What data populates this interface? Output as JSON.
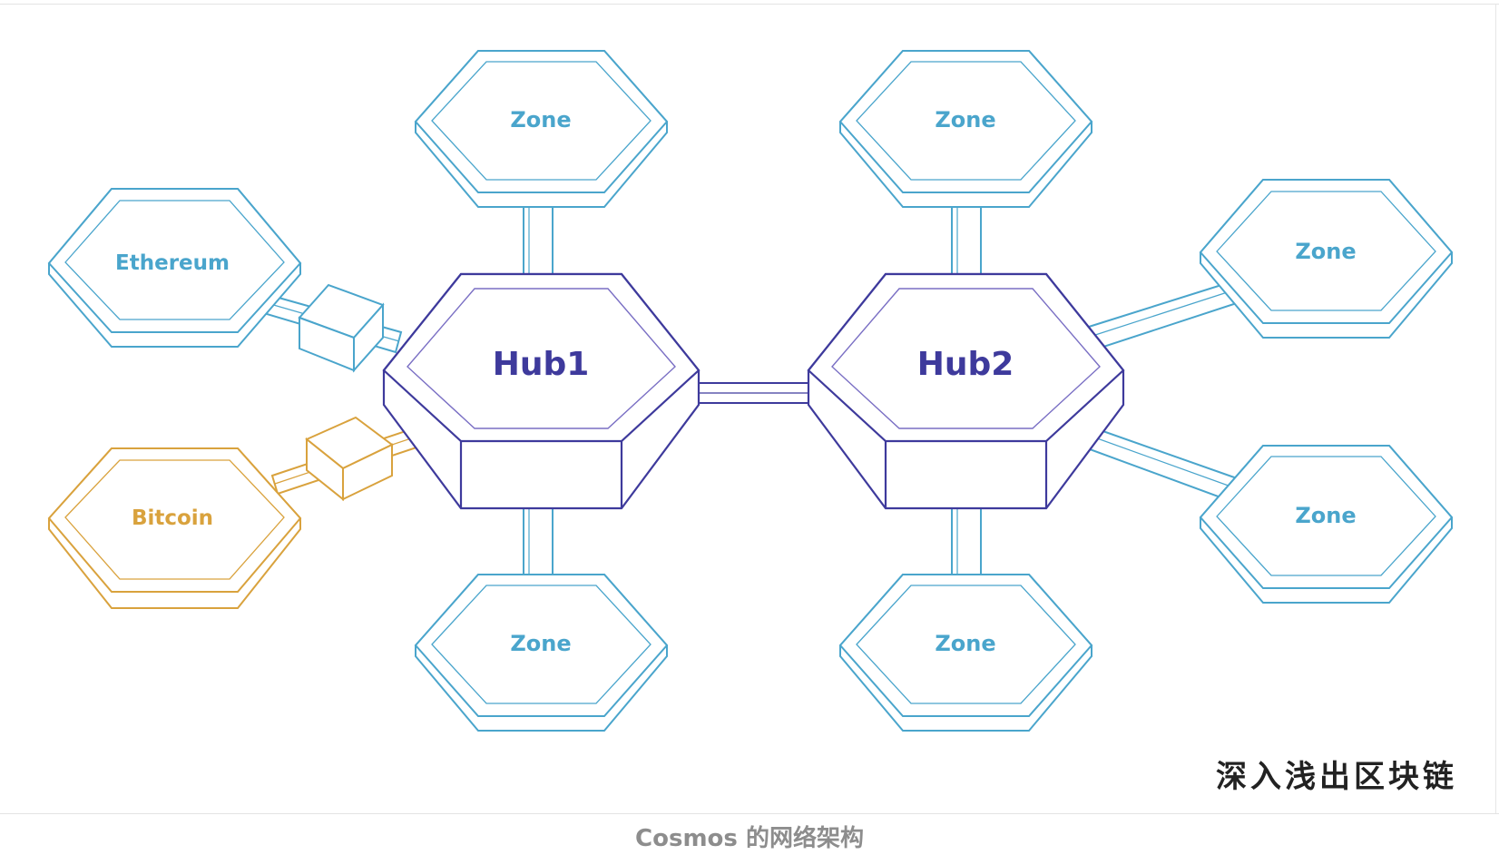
{
  "diagram": {
    "hubs": [
      {
        "id": "hub1",
        "label": "Hub1"
      },
      {
        "id": "hub2",
        "label": "Hub2"
      }
    ],
    "chains": [
      {
        "id": "ethereum",
        "label": "Ethereum",
        "color": "#4aa5cc"
      },
      {
        "id": "bitcoin",
        "label": "Bitcoin",
        "color": "#d9a23d"
      }
    ],
    "zones": [
      {
        "id": "zone-hub1-top",
        "label": "Zone"
      },
      {
        "id": "zone-hub1-bottom",
        "label": "Zone"
      },
      {
        "id": "zone-hub2-top",
        "label": "Zone"
      },
      {
        "id": "zone-hub2-right-upper",
        "label": "Zone"
      },
      {
        "id": "zone-hub2-right-lower",
        "label": "Zone"
      },
      {
        "id": "zone-hub2-bottom",
        "label": "Zone"
      }
    ],
    "colors": {
      "hub": "#3e3a9c",
      "zone": "#4aa5cc",
      "bitcoin": "#d9a23d"
    }
  },
  "watermark": "深入浅出区块链",
  "caption": "Cosmos 的网络架构"
}
